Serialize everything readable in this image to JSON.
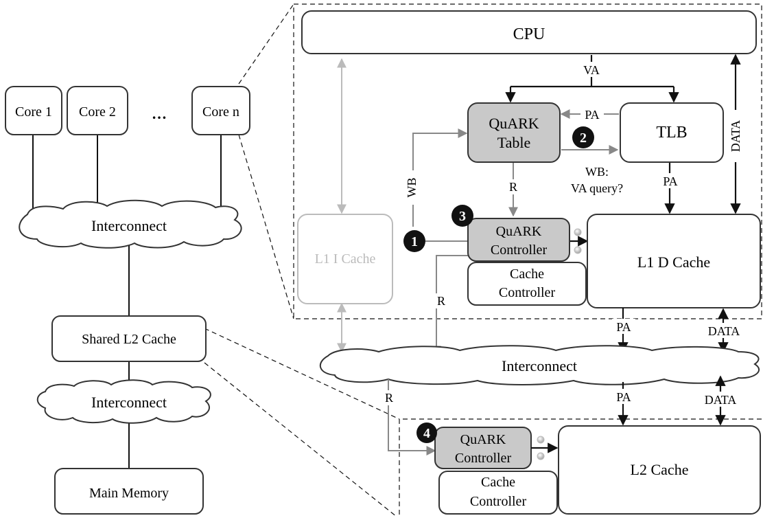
{
  "left_panel": {
    "cores": [
      "Core 1",
      "Core 2",
      "Core n"
    ],
    "ellipsis": "…",
    "interconnect_top": "Interconnect",
    "shared_l2": "Shared L2 Cache",
    "interconnect_bottom": "Interconnect",
    "main_memory": "Main Memory"
  },
  "core_detail": {
    "cpu": "CPU",
    "va_label": "VA",
    "quark_table": [
      "QuARK",
      "Table"
    ],
    "tlb": "TLB",
    "pa_label_tlb_to_table": "PA",
    "pa_label_tlb_to_l1d": "PA",
    "data_label_vertical": "DATA",
    "wb_label": "WB",
    "wb_note": [
      "WB:",
      "VA query?"
    ],
    "r_label_table": "R",
    "r_label_controller": "R",
    "l1i_cache": "L1 I Cache",
    "quark_controller": [
      "QuARK",
      "Controller"
    ],
    "cache_controller": [
      "Cache",
      "Controller"
    ],
    "l1d_cache": "L1 D Cache",
    "pa_label_l1d_out": "PA",
    "data_label_l1d_out": "DATA"
  },
  "middle": {
    "interconnect": "Interconnect",
    "r_label": "R",
    "pa_label": "PA",
    "data_label": "DATA"
  },
  "l2_detail": {
    "quark_controller": [
      "QuARK",
      "Controller"
    ],
    "cache_controller": [
      "Cache",
      "Controller"
    ],
    "l2_cache": "L2 Cache"
  },
  "step_markers": [
    "1",
    "2",
    "3",
    "4"
  ],
  "colors": {
    "quark_fill": "#c9c9c9",
    "faded": "#bbbbbb",
    "mid_gray": "#888888",
    "marker_fill": "#111111"
  }
}
